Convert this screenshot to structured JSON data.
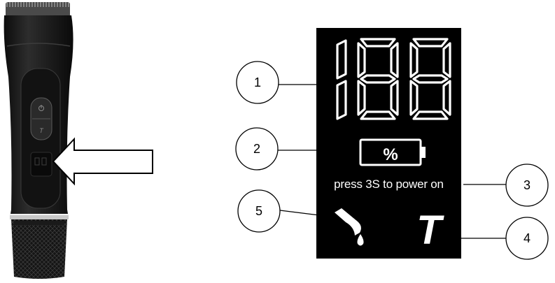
{
  "display": {
    "digits": "188",
    "battery_symbol": "%",
    "power_text": "press 3S to power on",
    "turbo_symbol": "T",
    "colors": {
      "panel": "#000000",
      "segment": "#ffffff",
      "line": "#000000",
      "device": "#1e1e1e"
    }
  },
  "callouts": [
    {
      "number": "1"
    },
    {
      "number": "2"
    },
    {
      "number": "3"
    },
    {
      "number": "4"
    },
    {
      "number": "5"
    }
  ],
  "icons": {
    "arrow": "hollow-arrow-left-icon",
    "battery": "battery-icon",
    "oil": "oil-drop-icon"
  }
}
